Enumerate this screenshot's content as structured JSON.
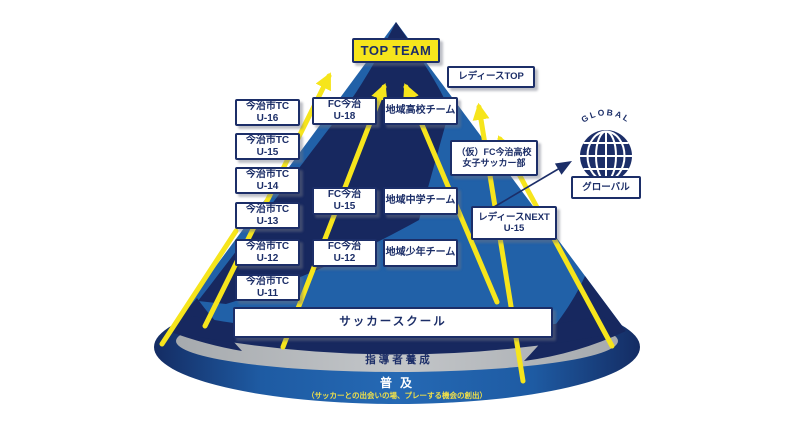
{
  "pyramid": {
    "top_team": "TOP TEAM",
    "ladies_top": "レディースTOP",
    "tc_teams": [
      {
        "org": "今治市TC",
        "age": "U-16"
      },
      {
        "org": "今治市TC",
        "age": "U-15"
      },
      {
        "org": "今治市TC",
        "age": "U-14"
      },
      {
        "org": "今治市TC",
        "age": "U-13"
      },
      {
        "org": "今治市TC",
        "age": "U-12"
      },
      {
        "org": "今治市TC",
        "age": "U-11"
      }
    ],
    "fc_teams": [
      {
        "org": "FC今治",
        "age": "U-18"
      },
      {
        "org": "FC今治",
        "age": "U-15"
      },
      {
        "org": "FC今治",
        "age": "U-12"
      }
    ],
    "regional_teams": [
      "地域高校チーム",
      "地域中学チーム",
      "地域少年チーム"
    ],
    "girls_high_school": {
      "line1": "（仮）FC今治高校",
      "line2": "女子サッカー部"
    },
    "ladies_next": {
      "line1": "レディースNEXT",
      "line2": "U-15"
    },
    "soccer_school": "サッカースクール",
    "coach_development": "指導者養成",
    "spread": "普及",
    "spread_note": "（サッカーとの出会いの場、プレーする機会の創出）"
  },
  "global": {
    "arc_label": "GLOBAL",
    "box_label": "グローバル"
  },
  "colors": {
    "navy": "#1c2e68",
    "dark_navy": "#17285f",
    "cone_blue": "#2161a8",
    "band_blue": "#2466af",
    "gray_band": "#bec1c4",
    "yellow": "#f6e51c"
  }
}
